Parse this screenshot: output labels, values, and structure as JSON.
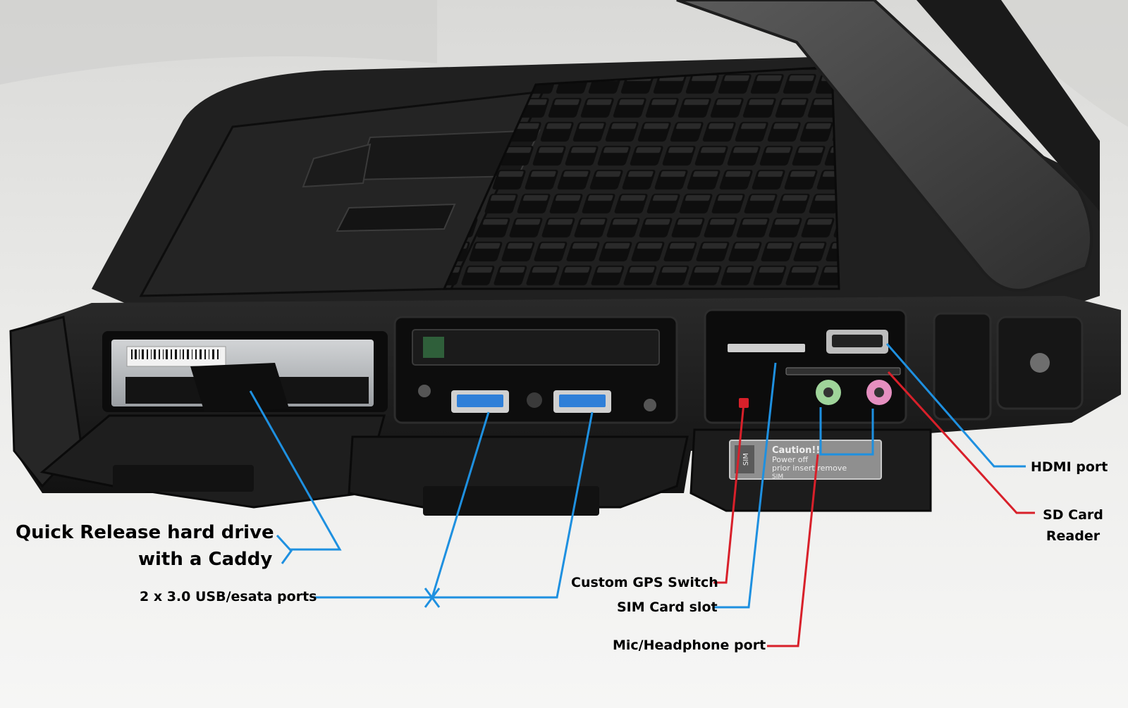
{
  "labels": {
    "hard_drive_line1": "Quick Release hard drive",
    "hard_drive_line2": "with a Caddy",
    "usb_ports": "2 x 3.0 USB/esata ports",
    "gps_switch": "Custom GPS Switch",
    "sim_slot": "SIM Card slot",
    "mic_headphone": "Mic/Headphone port",
    "hdmi": "HDMI port",
    "sd_line1": "SD Card",
    "sd_line2": "Reader"
  },
  "laptop_text": {
    "sim_cover_label": "SIM",
    "caution_title": "Caution!!",
    "caution_line1": "Power off",
    "caution_line2": "prior insert/remove",
    "caution_line3": "SIM"
  },
  "colors": {
    "background": "#e8e8e6",
    "chassis": "#1c1c1c",
    "callout_blue": "#1e90e0",
    "callout_red": "#d8202a",
    "usb_blue": "#2f7fd8",
    "mic_green": "#9fd49a",
    "headphone_pink": "#e58fc0"
  }
}
